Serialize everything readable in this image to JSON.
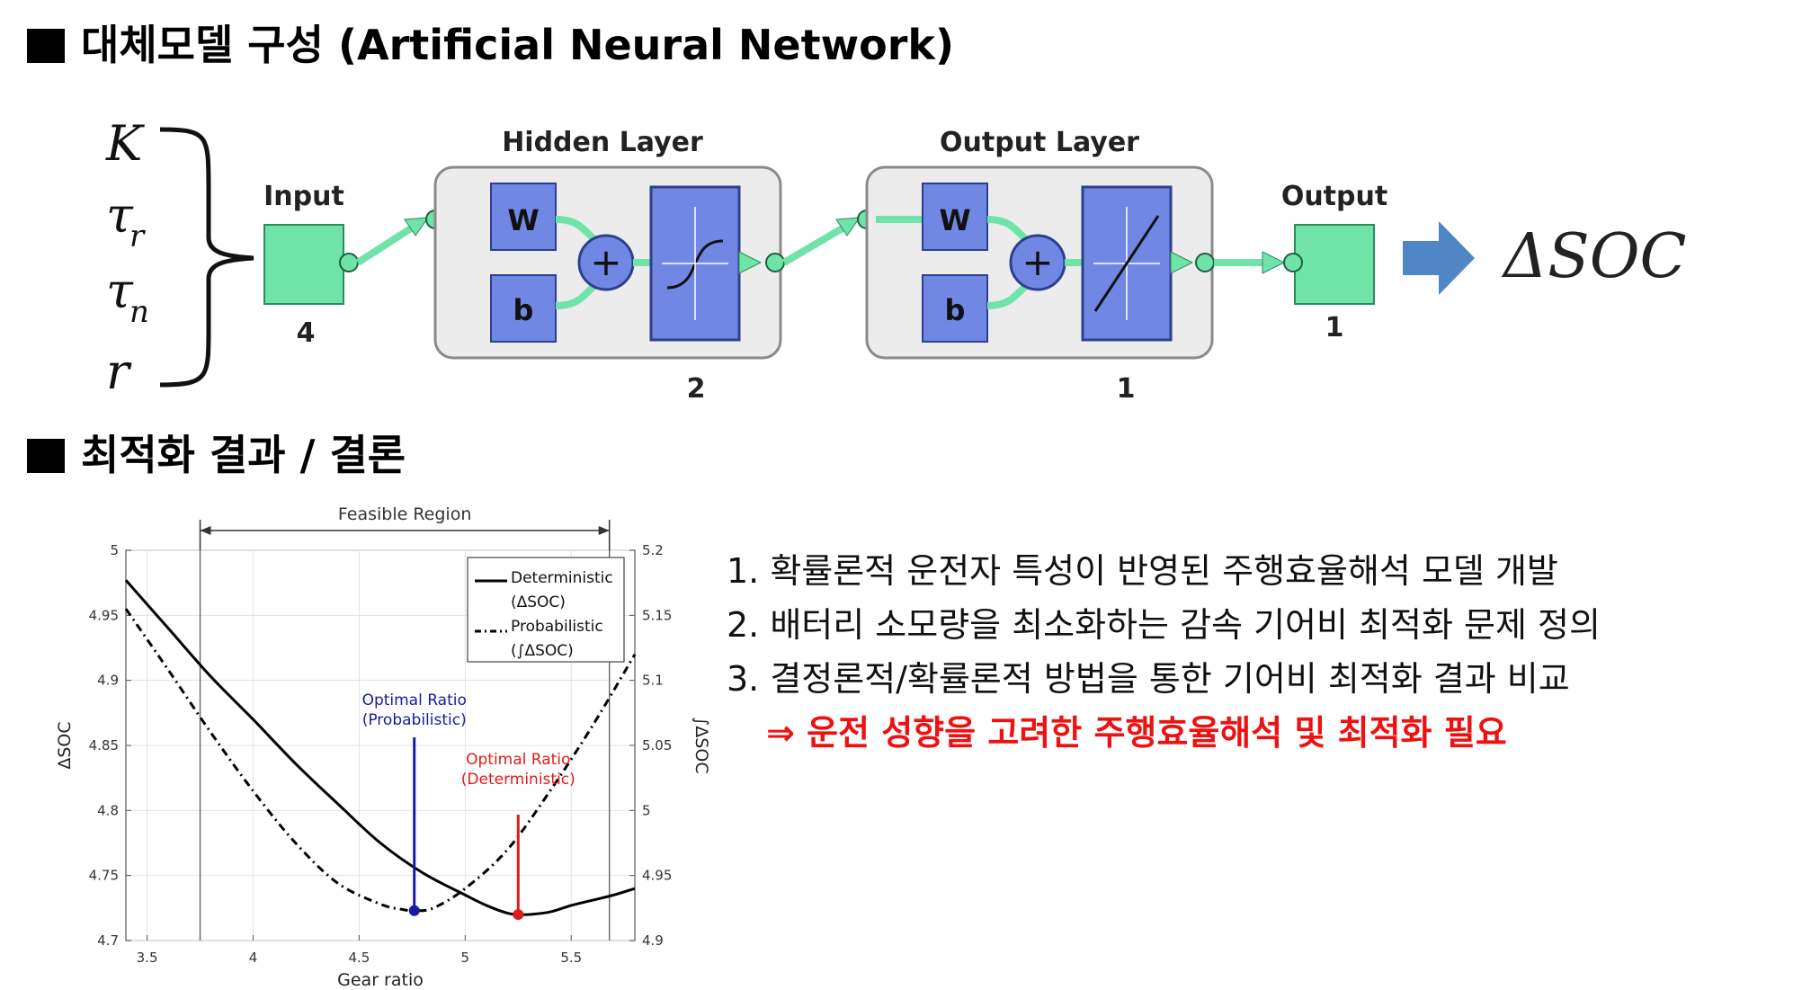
{
  "section1": {
    "title": "대체모델 구성 (Artificial Neural Network)"
  },
  "section2": {
    "title": "최적화 결과 / 결론"
  },
  "ann": {
    "inputs": [
      "K",
      "τ",
      "τ",
      "r"
    ],
    "input_subscripts": [
      "",
      "r",
      "n",
      ""
    ],
    "input_block": {
      "label": "Input",
      "count": "4"
    },
    "hidden_layer": {
      "label": "Hidden Layer",
      "w": "W",
      "b": "b",
      "plus": "+",
      "count": "2"
    },
    "output_layer": {
      "label": "Output Layer",
      "w": "W",
      "b": "b",
      "plus": "+",
      "count": "1"
    },
    "output_block": {
      "label": "Output",
      "count": "1"
    },
    "result": "ΔSOC",
    "colors": {
      "block_green": "#6fe3a8",
      "block_blue": "#7088e4",
      "panel": "#ececec",
      "arrow_blue": "#4f86c6"
    }
  },
  "chart_data": {
    "type": "line",
    "xlabel": "Gear ratio",
    "ylabel_left": "ΔSOC",
    "ylabel_right": "∫ΔSOC",
    "xlim": [
      3.4,
      5.8
    ],
    "ylim_left": [
      4.7,
      5.0
    ],
    "ylim_right": [
      4.9,
      5.2
    ],
    "xticks": [
      "3.5",
      "4",
      "4.5",
      "5",
      "5.5"
    ],
    "yticks_left": [
      "4.7",
      "4.75",
      "4.8",
      "4.85",
      "4.9",
      "4.95",
      "5"
    ],
    "yticks_right": [
      "4.9",
      "4.95",
      "5",
      "5.05",
      "5.1",
      "5.15",
      "5.2"
    ],
    "feasible_region": {
      "label": "Feasible Region",
      "x": [
        3.75,
        5.68
      ]
    },
    "legend": {
      "placement": "top-right",
      "entries": [
        "Deterministic",
        "(ΔSOC)",
        "Probabilistic",
        "(∫ΔSOC)"
      ]
    },
    "series": [
      {
        "name": "Deterministic",
        "style": "solid",
        "axis": "left",
        "x": [
          3.4,
          3.6,
          3.8,
          4.0,
          4.2,
          4.4,
          4.6,
          4.8,
          5.0,
          5.1,
          5.2,
          5.25,
          5.3,
          5.4,
          5.5,
          5.6,
          5.7,
          5.8
        ],
        "y": [
          4.977,
          4.94,
          4.903,
          4.87,
          4.836,
          4.805,
          4.775,
          4.752,
          4.735,
          4.727,
          4.721,
          4.72,
          4.72,
          4.722,
          4.727,
          4.731,
          4.735,
          4.74
        ]
      },
      {
        "name": "Probabilistic",
        "style": "dashed",
        "axis": "right",
        "x": [
          3.4,
          3.6,
          3.8,
          4.0,
          4.2,
          4.4,
          4.6,
          4.7,
          4.76,
          4.85,
          5.0,
          5.2,
          5.4,
          5.6,
          5.8
        ],
        "y": [
          5.155,
          5.108,
          5.06,
          5.015,
          4.975,
          4.944,
          4.928,
          4.924,
          4.923,
          4.925,
          4.94,
          4.97,
          5.015,
          5.065,
          5.12
        ]
      }
    ],
    "annotations": [
      {
        "text": [
          "Optimal Ratio",
          "(Probabilistic)"
        ],
        "x": 4.76,
        "color": "#1a1aa8"
      },
      {
        "text": [
          "Optimal Ratio",
          "(Deterministic)"
        ],
        "x": 5.25,
        "color": "#e01b1b"
      }
    ]
  },
  "conclusions": [
    "1. 확률론적 운전자 특성이 반영된 주행효율해석 모델 개발",
    "2. 배터리 소모량을 최소화하는 감속 기어비 최적화 문제 정의",
    "3. 결정론적/확률론적 방법을 통한 기어비 최적화 결과 비교",
    "⇒ 운전 성향을 고려한 주행효율해석 및 최적화 필요"
  ]
}
